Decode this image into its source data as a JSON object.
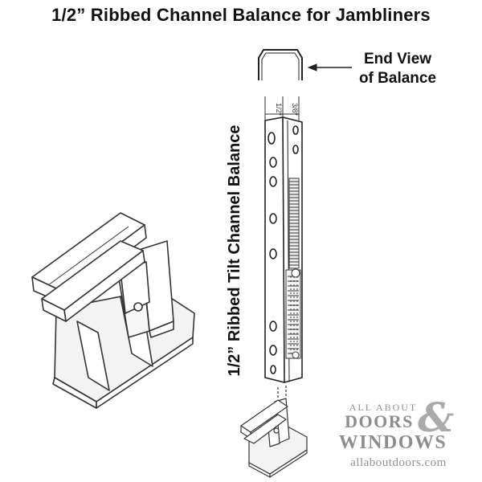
{
  "title": "1/2” Ribbed Channel Balance for Jambliners",
  "end_view": {
    "line1": "End View",
    "line2": "of Balance"
  },
  "vertical_label": "1/2” Ribbed Tilt Channel Balance",
  "dimensions": {
    "left": "1/2″",
    "right": "3/8″"
  },
  "logo": {
    "line1": "ALL ABOUT",
    "line2": "DOORS",
    "amp": "&",
    "line3": "WINDOWS",
    "url": "allaboutdoors.com"
  }
}
